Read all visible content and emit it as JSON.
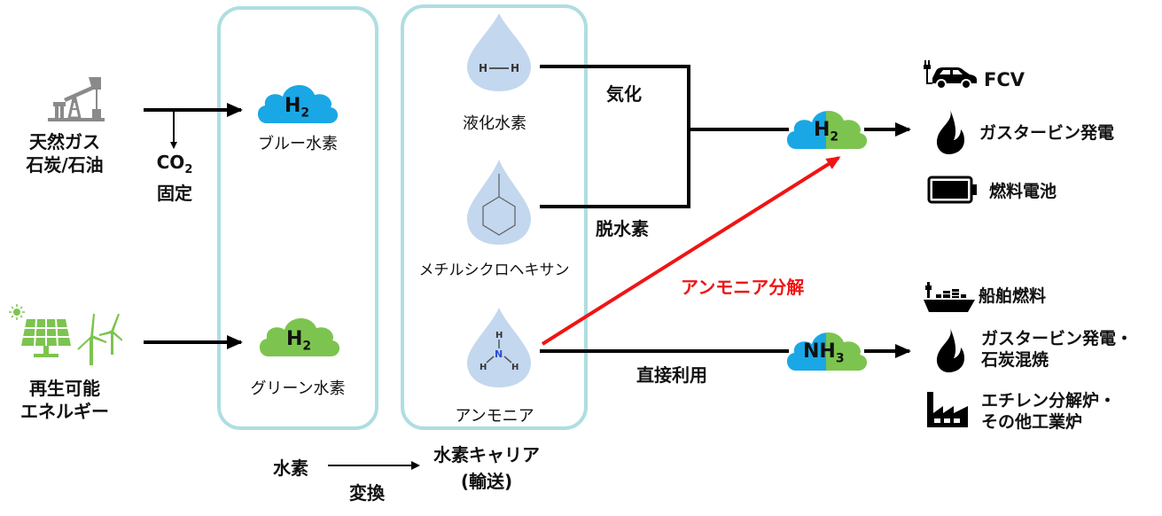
{
  "colors": {
    "blue_hydrogen": "#1aa7e6",
    "green_hydrogen": "#7cc44f",
    "carrier_drop": "#c3d7ef",
    "box_border": "#aedee1",
    "decomposition_arrow": "#f01414",
    "fossil_icon": "#8a8a8a",
    "renewable_icon": "#7cc44f"
  },
  "sources": {
    "fossil": {
      "icon": "oil-pumpjack-icon",
      "line1": "天然ガス",
      "line2": "石炭/石油"
    },
    "renewable": {
      "icon": "solar-wind-icon",
      "line1": "再生可能",
      "line2": "エネルギー"
    },
    "co2_capture": {
      "line1": "CO",
      "sub": "2",
      "line2": "固定"
    }
  },
  "hydrogen": {
    "blue": {
      "formula": "H",
      "sub": "2",
      "label": "ブルー水素"
    },
    "green": {
      "formula": "H",
      "sub": "2",
      "label": "グリーン水素"
    }
  },
  "carriers": [
    {
      "icon": "liquid-hydrogen-drop-icon",
      "molecule": "H—H",
      "label": "液化水素"
    },
    {
      "icon": "methylcyclohexane-drop-icon",
      "molecule": "",
      "label": "メチルシクロヘキサン"
    },
    {
      "icon": "ammonia-drop-icon",
      "molecule": "NH3",
      "label": "アンモニア"
    }
  ],
  "processes": {
    "gasification": "気化",
    "dehydrogenation": "脱水素",
    "ammonia_decomposition": "アンモニア分解",
    "direct_use": "直接利用"
  },
  "outputs": {
    "h2": {
      "formula": "H",
      "sub": "2"
    },
    "nh3": {
      "formula": "NH",
      "sub": "3"
    }
  },
  "uses_h2": [
    {
      "icon": "electric-car-icon",
      "label": "FCV"
    },
    {
      "icon": "flame-icon",
      "label": "ガスタービン発電"
    },
    {
      "icon": "battery-icon",
      "label": "燃料電池"
    }
  ],
  "uses_nh3": [
    {
      "icon": "ship-icon",
      "line1": "船舶燃料",
      "line2": ""
    },
    {
      "icon": "flame-icon",
      "line1": "ガスタービン発電・",
      "line2": "石炭混焼"
    },
    {
      "icon": "factory-icon",
      "line1": "エチレン分解炉・",
      "line2": "その他工業炉"
    }
  ],
  "legend": {
    "hydrogen": "水素",
    "conversion": "変換",
    "carrier_line1": "水素キャリア",
    "carrier_line2": "(輸送)"
  }
}
